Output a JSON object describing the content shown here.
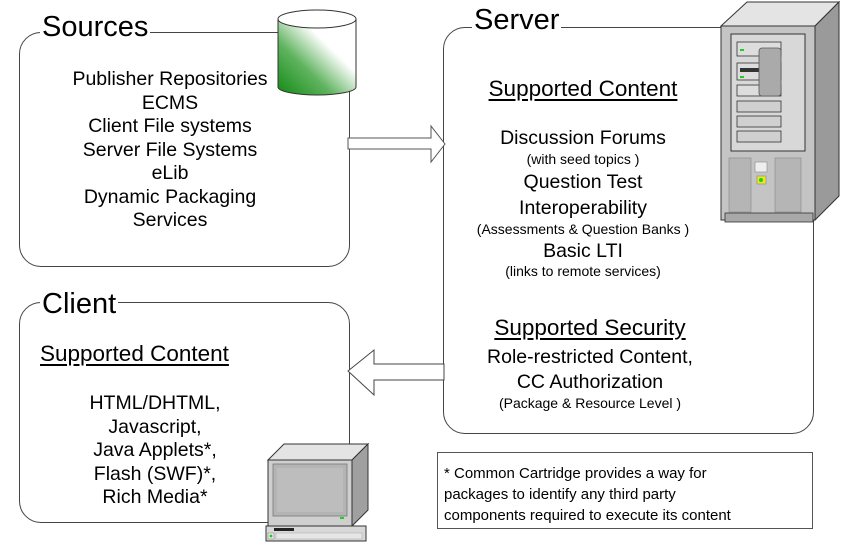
{
  "sources": {
    "title": "Sources",
    "items": [
      "Publisher Repositories",
      "ECMS",
      "Client File systems",
      "Server File Systems",
      "eLib",
      "Dynamic Packaging",
      "Services"
    ],
    "icon": "database-cylinder-icon"
  },
  "server": {
    "title": "Server",
    "content_heading": "Supported Content",
    "content_items": [
      {
        "text": "Discussion Forums",
        "size": "big"
      },
      {
        "text": "(with seed topics )",
        "size": "small"
      },
      {
        "text": "Question Test",
        "size": "big"
      },
      {
        "text": "Interoperability",
        "size": "big"
      },
      {
        "text": "(Assessments  & Question Banks )",
        "size": "small"
      },
      {
        "text": "Basic LTI",
        "size": "big"
      },
      {
        "text": "(links to remote services)",
        "size": "small"
      }
    ],
    "security_heading": "Supported Security",
    "security_items": [
      {
        "text": "Role-restricted Content,",
        "size": "big"
      },
      {
        "text": "CC Authorization",
        "size": "big"
      },
      {
        "text": "(Package & Resource Level )",
        "size": "small"
      }
    ],
    "icon": "server-tower-icon"
  },
  "client": {
    "title": "Client",
    "content_heading": "Supported Content",
    "items": [
      "HTML/DHTML,",
      "Javascript,",
      "Java Applets*,",
      "Flash (SWF)*,",
      "Rich Media*"
    ],
    "icon": "desktop-computer-icon"
  },
  "arrows": {
    "sources_to_server": "arrow-right-icon",
    "server_to_client": "arrow-left-icon"
  },
  "footnote": {
    "lines": [
      "* Common Cartridge provides a way for",
      "packages to identify any third party",
      "components required to execute its content"
    ]
  },
  "colors": {
    "cylinder_green": "#1e8c1e",
    "server_gray": "#c8c8c8",
    "led_green": "#22cc22",
    "led_yellow": "#e8e820",
    "border": "#444444"
  }
}
